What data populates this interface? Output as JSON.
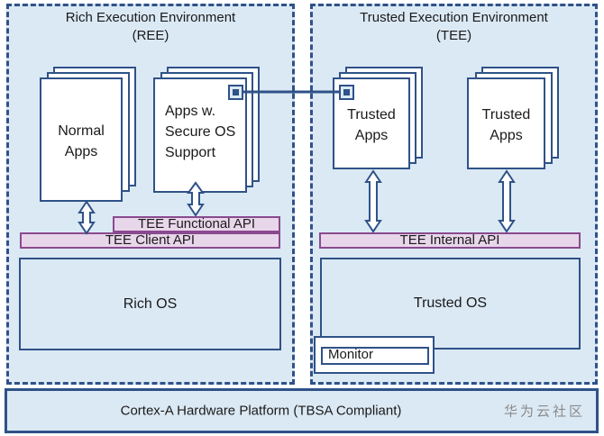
{
  "ree": {
    "title_line1": "Rich Execution Environment",
    "title_line2": "(REE)",
    "normal_apps": "Normal\nApps",
    "secure_os_apps": "Apps w.\nSecure OS\nSupport",
    "functional_api": "TEE Functional  API",
    "client_api": "TEE Client API",
    "os": "Rich OS"
  },
  "tee": {
    "title_line1": "Trusted Execution Environment",
    "title_line2": "(TEE)",
    "trusted_apps_1": "Trusted\nApps",
    "trusted_apps_2": "Trusted\nApps",
    "internal_api": "TEE Internal API",
    "os": "Trusted OS",
    "monitor": "Monitor"
  },
  "platform": {
    "label": "Cortex-A Hardware Platform (TBSA Compliant)",
    "watermark": "华为云社区"
  },
  "colors": {
    "fill": "#dbe9f4",
    "border": "#2f5288",
    "api_fill": "#e8d6ea",
    "api_border": "#8a4a8f"
  }
}
